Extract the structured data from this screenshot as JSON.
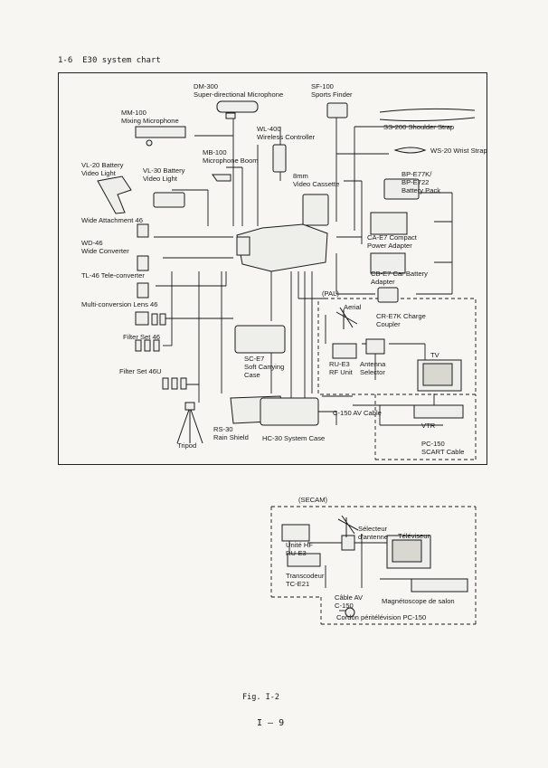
{
  "header": {
    "section": "1-6",
    "title": "E30 system chart"
  },
  "colors": {
    "ink": "#1a1a1a",
    "paper": "#f7f6f2"
  },
  "labels": {
    "dm300": [
      "DM-300",
      "Super-directional Microphone"
    ],
    "sf100": [
      "SF-100",
      "Sports Finder"
    ],
    "mm100": [
      "MM-100",
      "Mixing Microphone"
    ],
    "wl400": [
      "WL-400",
      "Wireless Controller"
    ],
    "ss200": "SS-200 Shoulder Strap",
    "mb100": [
      "MB-100",
      "Microphone Boom"
    ],
    "ws20": "WS-20 Wrist Strap",
    "vl20": [
      "VL-20 Battery",
      "Video Light"
    ],
    "vl30": [
      "VL-30 Battery",
      "Video Light"
    ],
    "cassette": [
      "8mm",
      "Video Cassette"
    ],
    "bp": [
      "BP-E77K/",
      "BP-E722",
      "Battery Pack"
    ],
    "wa46": "Wide Attachment 46",
    "wd46": [
      "WD-46",
      "Wide Converter"
    ],
    "cae7": [
      "CA-E7 Compact",
      "Power Adapter"
    ],
    "tl46": "TL-46 Tele-converter",
    "cbe7": [
      "CB-E7 Car Battery",
      "Adapter"
    ],
    "mcl46": "Multi-conversion Lens 46",
    "pal": "(PAL)",
    "aerial": "Aerial",
    "cre7k": [
      "CR-E7K Charge",
      "Coupler"
    ],
    "fs46": "Filter Set 46",
    "tv": "TV",
    "sce7": [
      "SC-E7",
      "Soft Carrying",
      "Case"
    ],
    "rue3": [
      "RU-E3",
      "RF Unit"
    ],
    "antsel": [
      "Antenna",
      "Selector"
    ],
    "fs46u": "Filter Set 46U",
    "c150": "C-150 AV Cable",
    "vtr": "VTR",
    "rs30": [
      "RS-30",
      "Rain Shield"
    ],
    "hc30": "HC-30 System Case",
    "tripod": "Tripod",
    "pc150": [
      "PC-150",
      "SCART Cable"
    ],
    "secam": "(SECAM)",
    "selecteur": [
      "Sélecteur",
      "d'antenne"
    ],
    "televiseur": "Téléviseur",
    "unitehf": [
      "Unité HF",
      "RU-E3"
    ],
    "transcodeur": [
      "Transcodeur",
      "TC-E21"
    ],
    "cableav": [
      "Câble AV",
      "C-150"
    ],
    "magneto": "Magnétoscope de salon",
    "cordon": "Cordon péritélévision PC-150"
  },
  "footer": {
    "figure": "Fig. I-2",
    "page": "I — 9"
  }
}
